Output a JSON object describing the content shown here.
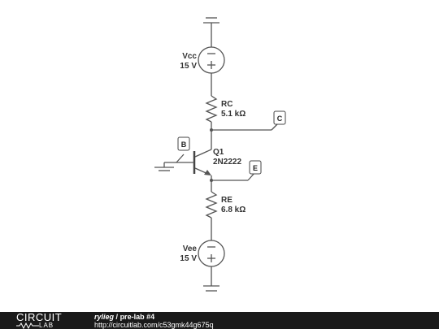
{
  "circuit": {
    "vcc": {
      "name": "Vcc",
      "value": "15 V"
    },
    "vee": {
      "name": "Vee",
      "value": "15 V"
    },
    "rc": {
      "name": "RC",
      "value": "5.1 kΩ"
    },
    "re": {
      "name": "RE",
      "value": "6.8 kΩ"
    },
    "q1": {
      "name": "Q1",
      "part": "2N2222"
    },
    "nets": {
      "base": "B",
      "collector": "C",
      "emitter": "E"
    }
  },
  "footer": {
    "logo_top": "CIRCUIT",
    "logo_bottom": "LAB",
    "author": "rylieg",
    "separator": "/",
    "title": "pre-lab #4",
    "url": "http://circuitlab.com/c53gmk44g675q"
  }
}
